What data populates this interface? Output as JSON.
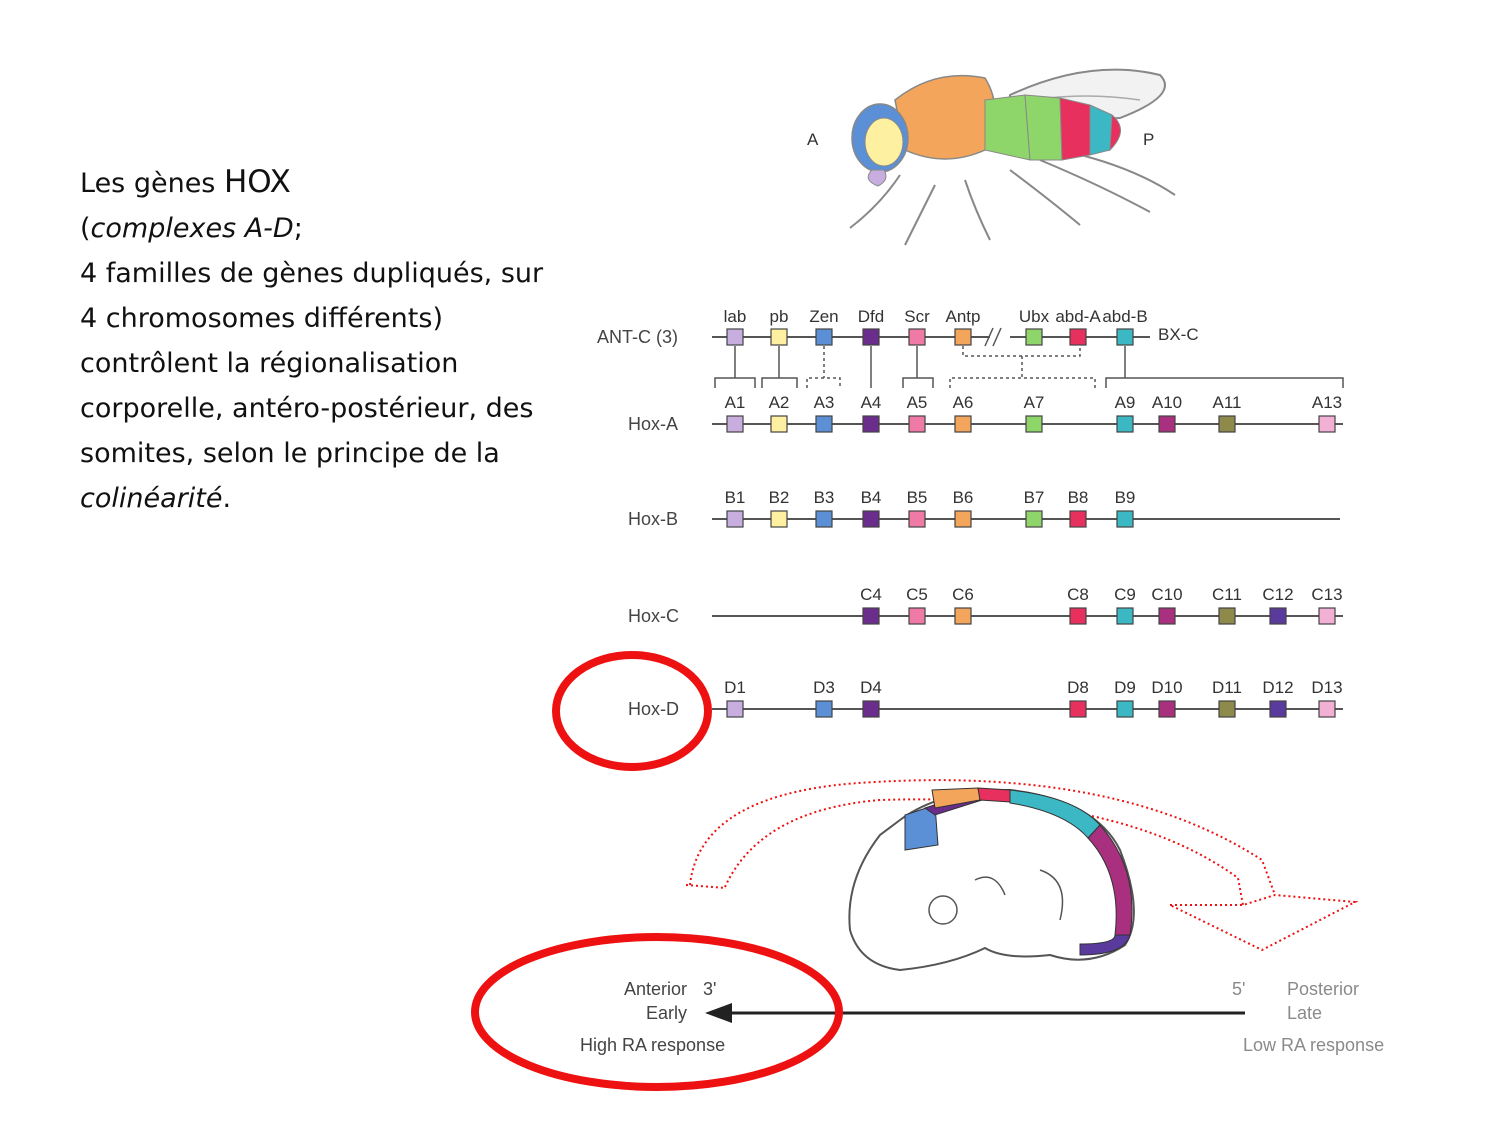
{
  "text": {
    "l1a": "Les gènes ",
    "l1b": "HOX",
    "l2a": "(",
    "l2b": "complexes A-D",
    "l2c": ";",
    "l3": "4 familles de gènes dupliqués, sur",
    "l4": "4 chromosomes différents)",
    "l5": "contrôlent la régionalisation",
    "l6": "corporelle, antéro-postérieur, des",
    "l7": "somites, selon le principe de la",
    "l8a": "colinéarité",
    "l8b": "."
  },
  "fly": {
    "anterior": "A",
    "posterior": "P"
  },
  "antc": {
    "label": "ANT-C (3)",
    "bxc": "BX-C",
    "genes": [
      "lab",
      "pb",
      "Zen",
      "Dfd",
      "Scr",
      "Antp",
      "Ubx",
      "abd-A",
      "abd-B"
    ]
  },
  "colors": {
    "g1": "#c8aede",
    "g2": "#fdf0a0",
    "g3": "#5b8fd6",
    "g4": "#6b2d8c",
    "g5": "#f07aa6",
    "g6": "#f4a55c",
    "g7": "#8fd66a",
    "g8": "#e8305e",
    "g9": "#3cb8c4",
    "g10": "#a8307e",
    "g11": "#8e8a4c",
    "g12": "#5a3a9c",
    "g13": "#f2b0d4",
    "highlight": "#ee1111"
  },
  "rows": [
    {
      "label": "Hox-A",
      "genes": [
        {
          "name": "A1",
          "group": 1
        },
        {
          "name": "A2",
          "group": 2
        },
        {
          "name": "A3",
          "group": 3
        },
        {
          "name": "A4",
          "group": 4
        },
        {
          "name": "A5",
          "group": 5
        },
        {
          "name": "A6",
          "group": 6
        },
        {
          "name": "A7",
          "group": 7
        },
        {
          "name": "A9",
          "group": 9
        },
        {
          "name": "A10",
          "group": 10
        },
        {
          "name": "A11",
          "group": 11
        },
        {
          "name": "A13",
          "group": 13
        }
      ]
    },
    {
      "label": "Hox-B",
      "genes": [
        {
          "name": "B1",
          "group": 1
        },
        {
          "name": "B2",
          "group": 2
        },
        {
          "name": "B3",
          "group": 3
        },
        {
          "name": "B4",
          "group": 4
        },
        {
          "name": "B5",
          "group": 5
        },
        {
          "name": "B6",
          "group": 6
        },
        {
          "name": "B7",
          "group": 7
        },
        {
          "name": "B8",
          "group": 8
        },
        {
          "name": "B9",
          "group": 9
        }
      ]
    },
    {
      "label": "Hox-C",
      "genes": [
        {
          "name": "C4",
          "group": 4
        },
        {
          "name": "C5",
          "group": 5
        },
        {
          "name": "C6",
          "group": 6
        },
        {
          "name": "C8",
          "group": 8
        },
        {
          "name": "C9",
          "group": 9
        },
        {
          "name": "C10",
          "group": 10
        },
        {
          "name": "C11",
          "group": 11
        },
        {
          "name": "C12",
          "group": 12
        },
        {
          "name": "C13",
          "group": 13
        }
      ]
    },
    {
      "label": "Hox-D",
      "genes": [
        {
          "name": "D1",
          "group": 1
        },
        {
          "name": "D3",
          "group": 3
        },
        {
          "name": "D4",
          "group": 4
        },
        {
          "name": "D8",
          "group": 8
        },
        {
          "name": "D9",
          "group": 9
        },
        {
          "name": "D10",
          "group": 10
        },
        {
          "name": "D11",
          "group": 11
        },
        {
          "name": "D12",
          "group": 12
        },
        {
          "name": "D13",
          "group": 13
        }
      ]
    }
  ],
  "axis": {
    "anterior": "Anterior",
    "three_prime": "3'",
    "early": "Early",
    "high_ra": "High RA response",
    "five_prime": "5'",
    "posterior": "Posterior",
    "late": "Late",
    "low_ra": "Low RA response"
  }
}
